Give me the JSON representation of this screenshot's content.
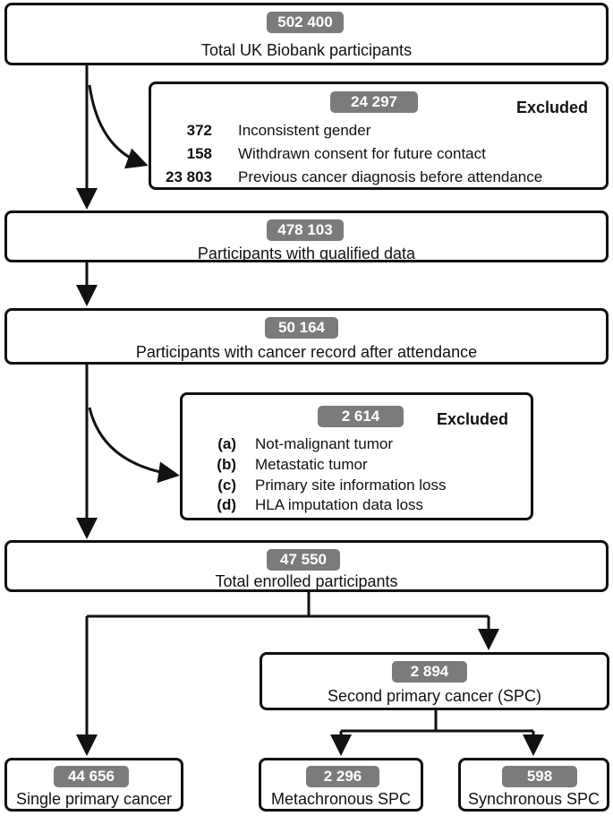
{
  "total": {
    "count": "502 400",
    "label": "Total UK Biobank participants"
  },
  "excluded1": {
    "count": "24 297",
    "title": "Excluded",
    "rows": [
      {
        "n": "372",
        "text": "Inconsistent gender"
      },
      {
        "n": "158",
        "text": "Withdrawn consent for future contact"
      },
      {
        "n": "23 803",
        "text": "Previous cancer diagnosis before attendance"
      }
    ]
  },
  "qualified": {
    "count": "478 103",
    "label": "Participants with qualified data"
  },
  "cancer_record": {
    "count": "50 164",
    "label": "Participants with cancer record after attendance"
  },
  "excluded2": {
    "count": "2 614",
    "title": "Excluded",
    "rows": [
      {
        "n": "(a)",
        "text": "Not-malignant tumor"
      },
      {
        "n": "(b)",
        "text": "Metastatic tumor"
      },
      {
        "n": "(c)",
        "text": "Primary site information loss"
      },
      {
        "n": "(d)",
        "text": "HLA imputation data loss"
      }
    ]
  },
  "enrolled": {
    "count": "47 550",
    "label": "Total enrolled participants"
  },
  "spc": {
    "count": "2 894",
    "label": "Second primary cancer (SPC)"
  },
  "single": {
    "count": "44 656",
    "label": "Single primary cancer"
  },
  "metachronous": {
    "count": "2 296",
    "label": "Metachronous SPC"
  },
  "synchronous": {
    "count": "598",
    "label": "Synchronous SPC"
  }
}
